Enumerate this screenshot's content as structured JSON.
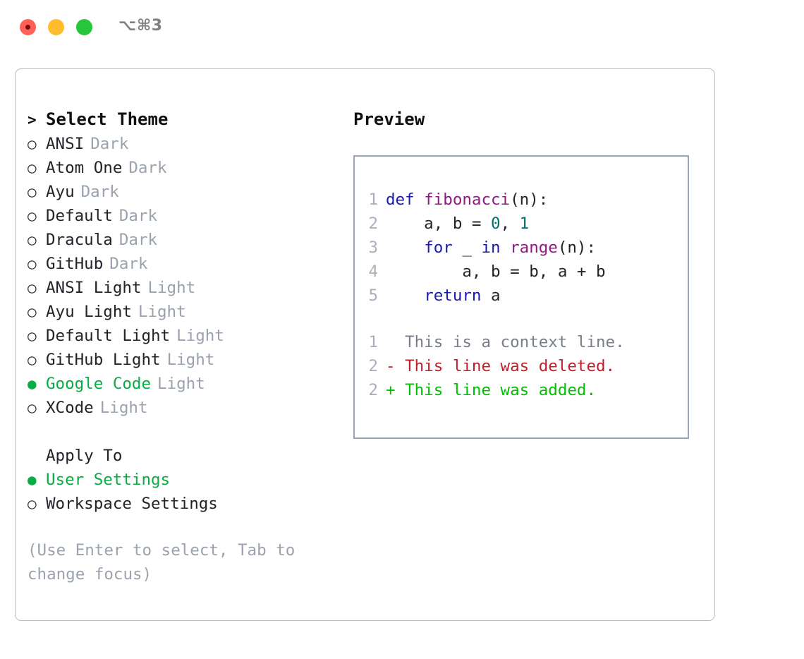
{
  "titlebar": {
    "shortcut": "⌥⌘3",
    "buttons": [
      {
        "name": "close",
        "color": "#ff6159"
      },
      {
        "name": "minimize",
        "color": "#ffbd2e"
      },
      {
        "name": "maximize",
        "color": "#25c63c"
      }
    ]
  },
  "colors": {
    "selected_green": "#0bab46",
    "diff_added": "#00c000",
    "diff_deleted": "#c0202a",
    "muted": "#9aa2ae",
    "keyword": "#1a1ab0",
    "function": "#8e1a82",
    "number": "#007070",
    "border": "#9aa5b5"
  },
  "theme_list": {
    "header": "Select Theme",
    "header_marker": ">",
    "marker_unselected": "○",
    "marker_selected": "●",
    "items": [
      {
        "name": "ANSI",
        "variant": "Dark",
        "selected": false
      },
      {
        "name": "Atom One",
        "variant": "Dark",
        "selected": false
      },
      {
        "name": "Ayu",
        "variant": "Dark",
        "selected": false
      },
      {
        "name": "Default",
        "variant": "Dark",
        "selected": false
      },
      {
        "name": "Dracula",
        "variant": "Dark",
        "selected": false
      },
      {
        "name": "GitHub",
        "variant": "Dark",
        "selected": false
      },
      {
        "name": "ANSI Light",
        "variant": "Light",
        "selected": false
      },
      {
        "name": "Ayu Light",
        "variant": "Light",
        "selected": false
      },
      {
        "name": "Default Light",
        "variant": "Light",
        "selected": false
      },
      {
        "name": "GitHub Light",
        "variant": "Light",
        "selected": false
      },
      {
        "name": "Google Code",
        "variant": "Light",
        "selected": true
      },
      {
        "name": "XCode",
        "variant": "Light",
        "selected": false
      }
    ]
  },
  "apply_to": {
    "title": "Apply To",
    "options": [
      {
        "label": "User Settings",
        "selected": true
      },
      {
        "label": "Workspace Settings",
        "selected": false
      }
    ]
  },
  "hint": "(Use Enter to select, Tab to change focus)",
  "preview": {
    "title": "Preview",
    "code_lines": [
      {
        "no": "1",
        "tokens": [
          {
            "t": "def ",
            "c": "kw"
          },
          {
            "t": "fibonacci",
            "c": "fn"
          },
          {
            "t": "(n):",
            "c": "txt"
          }
        ]
      },
      {
        "no": "2",
        "tokens": [
          {
            "t": "    a, b = ",
            "c": "txt"
          },
          {
            "t": "0",
            "c": "num"
          },
          {
            "t": ", ",
            "c": "txt"
          },
          {
            "t": "1",
            "c": "num"
          }
        ]
      },
      {
        "no": "3",
        "tokens": [
          {
            "t": "    ",
            "c": "txt"
          },
          {
            "t": "for",
            "c": "kw"
          },
          {
            "t": " _ ",
            "c": "txt"
          },
          {
            "t": "in",
            "c": "kw"
          },
          {
            "t": " ",
            "c": "txt"
          },
          {
            "t": "range",
            "c": "fn"
          },
          {
            "t": "(n):",
            "c": "txt"
          }
        ]
      },
      {
        "no": "4",
        "tokens": [
          {
            "t": "        a, b = b, a + b",
            "c": "txt"
          }
        ]
      },
      {
        "no": "5",
        "tokens": [
          {
            "t": "    ",
            "c": "txt"
          },
          {
            "t": "return",
            "c": "kw"
          },
          {
            "t": " a",
            "c": "txt"
          }
        ]
      }
    ],
    "diff_lines": [
      {
        "no": "1",
        "sign": " ",
        "text": " This is a context line.",
        "kind": "ctx"
      },
      {
        "no": "2",
        "sign": "-",
        "text": " This line was deleted.",
        "kind": "del"
      },
      {
        "no": "2",
        "sign": "+",
        "text": " This line was added.",
        "kind": "add"
      }
    ]
  }
}
